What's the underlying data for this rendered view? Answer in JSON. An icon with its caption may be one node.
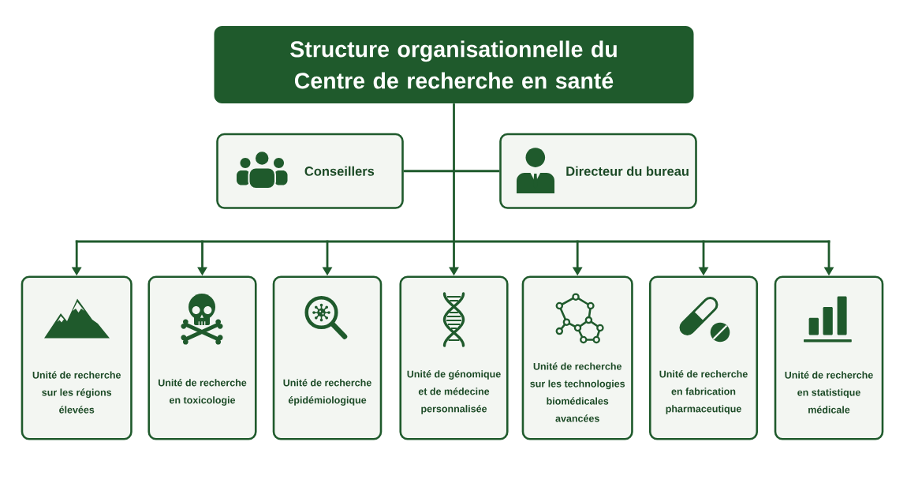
{
  "diagram": {
    "nodes": [
      {
        "text": [
          "Structure organisationnelle du Centre de recherche en santé"
        ]
      },
      {
        "text": [
          "Conseillers"
        ]
      },
      {
        "text": [
          "Directeur du bureau"
        ]
      },
      {
        "text": [
          "Unité de recherche sur les régions élevées"
        ]
      },
      {
        "text": [
          "Unité de recherche en toxicologie"
        ]
      },
      {
        "text": [
          "Unité de recherche épidémiologique"
        ]
      },
      {
        "text": [
          "Unité de génomique et de médecine personnalisée"
        ]
      },
      {
        "text": [
          "Unité de recherche sur les technologies biomédicales avancées"
        ]
      },
      {
        "text": [
          "Unité de recherche en fabrication pharmaceutique"
        ]
      },
      {
        "text": [
          "Unité de recherche en statistique médicale"
        ]
      }
    ],
    "edges": [
      {
        "from": 0,
        "to": 1,
        "arrow": "none"
      },
      {
        "from": 0,
        "to": 2,
        "arrow": "none"
      },
      {
        "from": 0,
        "to": 3,
        "arrow": "to"
      },
      {
        "from": 0,
        "to": 4,
        "arrow": "to"
      },
      {
        "from": 0,
        "to": 5,
        "arrow": "to"
      },
      {
        "from": 0,
        "to": 6,
        "arrow": "to"
      },
      {
        "from": 0,
        "to": 7,
        "arrow": "to"
      },
      {
        "from": 0,
        "to": 8,
        "arrow": "to"
      },
      {
        "from": 0,
        "to": 9,
        "arrow": "to"
      }
    ]
  }
}
